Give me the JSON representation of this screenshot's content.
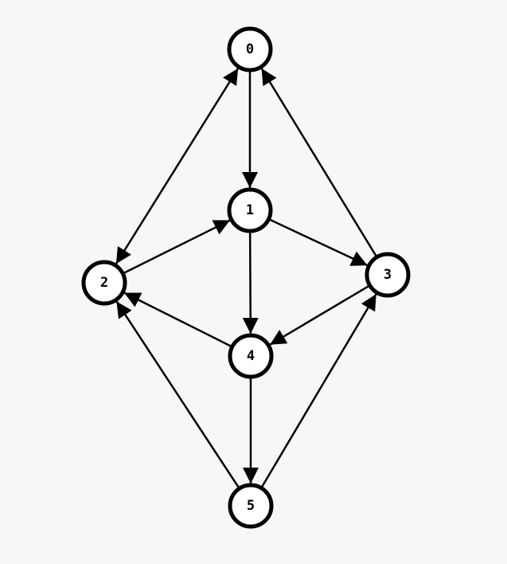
{
  "graph": {
    "directed": true,
    "nodes": [
      {
        "id": "0",
        "label": "0"
      },
      {
        "id": "1",
        "label": "1"
      },
      {
        "id": "2",
        "label": "2"
      },
      {
        "id": "3",
        "label": "3"
      },
      {
        "id": "4",
        "label": "4"
      },
      {
        "id": "5",
        "label": "5"
      }
    ],
    "edges": [
      {
        "from": "0",
        "to": "1",
        "bidirectional": false
      },
      {
        "from": "0",
        "to": "2",
        "bidirectional": true
      },
      {
        "from": "3",
        "to": "0",
        "bidirectional": false
      },
      {
        "from": "2",
        "to": "1",
        "bidirectional": false
      },
      {
        "from": "1",
        "to": "3",
        "bidirectional": false
      },
      {
        "from": "1",
        "to": "4",
        "bidirectional": false
      },
      {
        "from": "4",
        "to": "2",
        "bidirectional": false
      },
      {
        "from": "3",
        "to": "4",
        "bidirectional": false
      },
      {
        "from": "4",
        "to": "5",
        "bidirectional": false
      },
      {
        "from": "5",
        "to": "2",
        "bidirectional": false
      },
      {
        "from": "5",
        "to": "3",
        "bidirectional": false
      }
    ]
  },
  "colors": {
    "background": "#f7f7f7",
    "node_fill": "#ffffff",
    "stroke": "#000000"
  }
}
